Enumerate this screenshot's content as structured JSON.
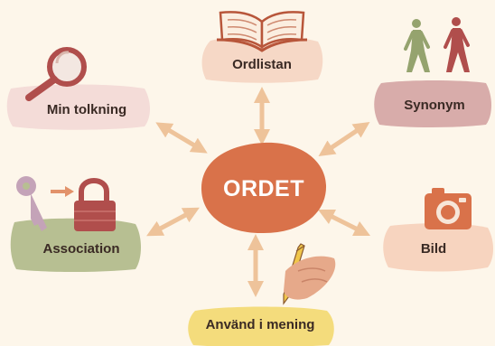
{
  "center": {
    "label": "ORDET",
    "color": "#d9724a"
  },
  "nodes": [
    {
      "id": "ordlistan",
      "label": "Ordlistan",
      "color": "#f6d8c6",
      "icon": "open-book-icon"
    },
    {
      "id": "synonym",
      "label": "Synonym",
      "color": "#d8acaa",
      "icon": "walking-people-icon"
    },
    {
      "id": "bild",
      "label": "Bild",
      "color": "#f7d4bf",
      "icon": "camera-icon"
    },
    {
      "id": "anvand",
      "label": "Använd i mening",
      "color": "#f4dc7c",
      "icon": "hand-pencil-icon"
    },
    {
      "id": "association",
      "label": "Association",
      "color": "#b7bf92",
      "icon": "key-padlock-icon"
    },
    {
      "id": "tolkning",
      "label": "Min tolkning",
      "color": "#f4dcd8",
      "icon": "magnifying-glass-icon"
    }
  ],
  "arrow_color": "#eec39a"
}
